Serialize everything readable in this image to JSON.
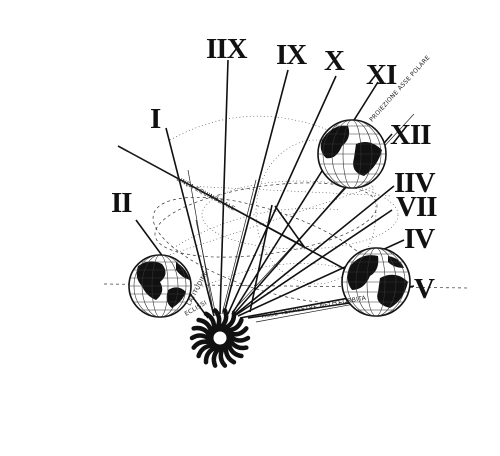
{
  "numerals": [
    "I",
    "II",
    "IIX",
    "IX",
    "X",
    "XI",
    "XII",
    "IIV",
    "VII",
    "IV",
    "V"
  ],
  "diagram_labels": {
    "linea_equinoziale": "LINEA EQUINOZIALE",
    "upper_axis": "PROIEZIONE ASSE POLARE",
    "lower_axis": "ASSE TERRESTRE NELLO ORBITA",
    "near_sun_1": "LATITUDINE",
    "near_sun_2": "ECLISSI"
  },
  "icons": [
    "globe-icon",
    "sun-icon"
  ],
  "colors": {
    "ink": "#111111",
    "paper": "#ffffff"
  }
}
